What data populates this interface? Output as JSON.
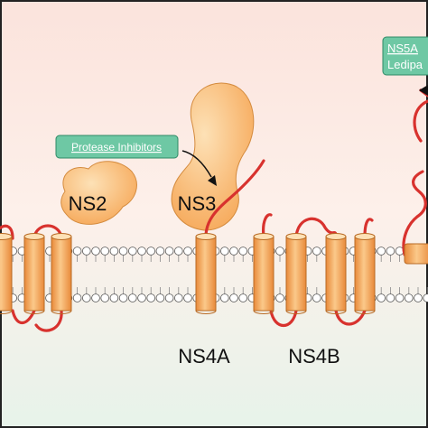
{
  "labels": {
    "ns2": "NS2",
    "ns3": "NS3",
    "ns4a": "NS4A",
    "ns4b": "NS4B"
  },
  "drug_boxes": {
    "protease": "Protease Inhibitors",
    "ns5a_line1": "NS5A",
    "ns5a_line2": "Ledipa"
  },
  "colors": {
    "background_top": "#fbe3dc",
    "background_bottom": "#e7f3ea",
    "protein_fill": "#f6a95a",
    "protein_light": "#fde1b6",
    "protein_stroke": "#b86a24",
    "polypeptide_chain": "#d8322e",
    "drug_box_fill": "#6ec8a4",
    "drug_box_stroke": "#2f8a66",
    "drug_box_text": "#ffffff",
    "membrane_head": "#ffffff",
    "membrane_stroke": "#555555",
    "frame": "#222222"
  }
}
